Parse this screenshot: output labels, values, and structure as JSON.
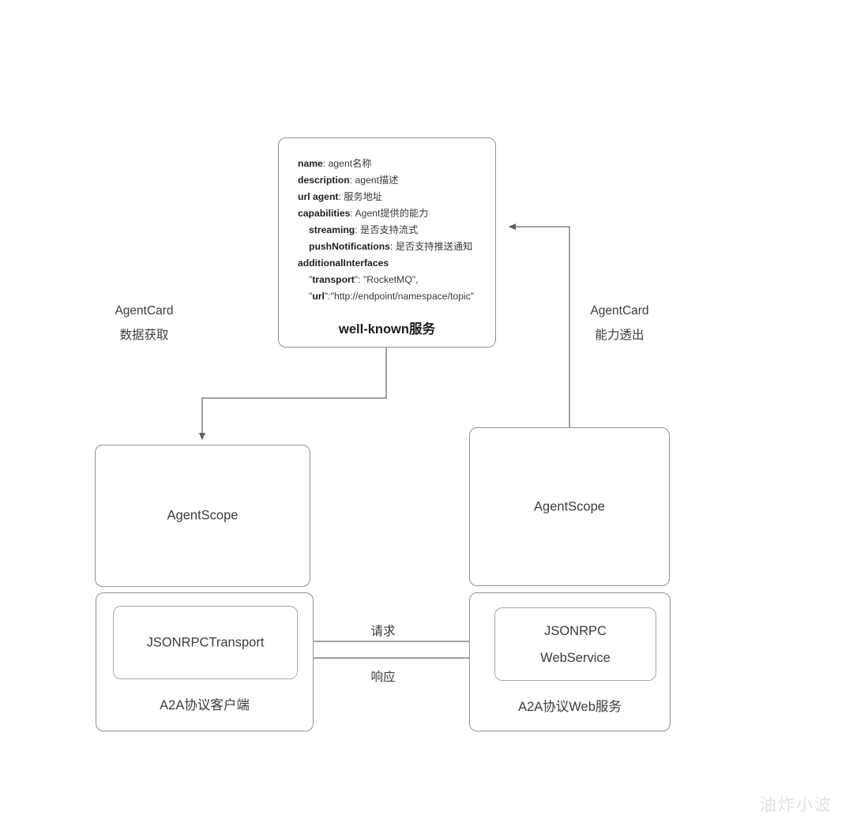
{
  "diagram": {
    "watermark": "油炸小波",
    "well_known_card": {
      "title": "well-known服务",
      "lines": [
        {
          "key": "name",
          "value": ": agent名称",
          "indent": false
        },
        {
          "key": "description",
          "value": ": agent描述",
          "indent": false
        },
        {
          "key": "url agent",
          "value": ": 服务地址",
          "indent": false
        },
        {
          "key": "capabilities",
          "value": ": Agent提供的能力",
          "indent": false
        },
        {
          "key": "streaming",
          "value": ": 是否支持流式",
          "indent": true
        },
        {
          "key": "pushNotifications",
          "value": ": 是否支持推送通知",
          "indent": true
        },
        {
          "key": "additionalInterfaces",
          "value": "",
          "indent": false
        },
        {
          "key": "transport",
          "value": "\": \"RocketMQ\",",
          "prefix": "\"",
          "indent": true
        },
        {
          "key": "url",
          "value": "\":\"http://endpoint/namespace/topic\"",
          "prefix": "\"",
          "indent": true
        }
      ]
    },
    "nodes": {
      "agentscope_client": "AgentScope",
      "agentscope_server": "AgentScope",
      "jsonrpc_transport": "JSONRPCTransport",
      "jsonrpc_webservice_line1": "JSONRPC",
      "jsonrpc_webservice_line2": "WebService",
      "a2a_client": "A2A协议客户端",
      "a2a_server": "A2A协议Web服务"
    },
    "edge_labels": {
      "agentcard_left_line1": "AgentCard",
      "agentcard_left_line2": "数据获取",
      "agentcard_right_line1": "AgentCard",
      "agentcard_right_line2": "能力透出",
      "request": "请求",
      "response": "响应"
    },
    "colors": {
      "stroke": "#8d9196",
      "text": "#3c3c3c",
      "background": "#ffffff"
    }
  }
}
